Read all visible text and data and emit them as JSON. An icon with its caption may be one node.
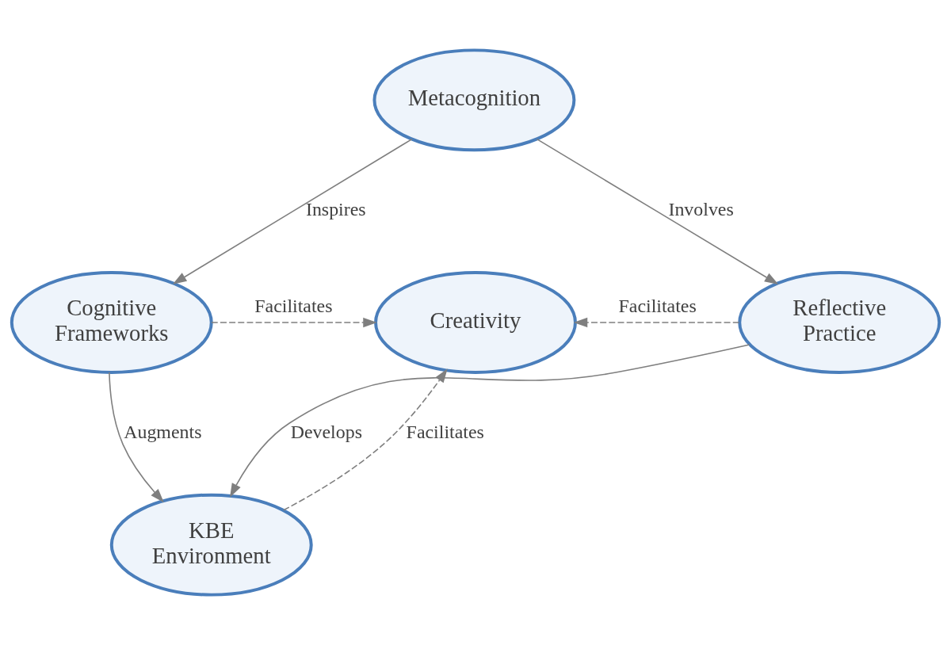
{
  "diagram": {
    "nodes": [
      {
        "text": [
          "Metacognition"
        ]
      },
      {
        "text": [
          "Cognitive Frameworks"
        ]
      },
      {
        "text": [
          "Creativity"
        ]
      },
      {
        "text": [
          "Reflective Practice"
        ]
      },
      {
        "text": [
          "KBE Environment"
        ]
      }
    ],
    "edges": [
      {
        "from": 0,
        "to": 1,
        "arrow": "to",
        "label": "Inspires"
      },
      {
        "from": 0,
        "to": 3,
        "arrow": "to",
        "label": "Involves"
      },
      {
        "from": 1,
        "to": 2,
        "arrow": "to",
        "label": "Facilitates",
        "style": "dashed"
      },
      {
        "from": 3,
        "to": 2,
        "arrow": "to",
        "label": "Facilitates",
        "style": "dashed"
      },
      {
        "from": 1,
        "to": 4,
        "arrow": "to",
        "label": "Augments"
      },
      {
        "from": 3,
        "to": 4,
        "arrow": "to",
        "label": "Develops"
      },
      {
        "from": 4,
        "to": 2,
        "arrow": "to",
        "label": "Facilitates",
        "style": "dashed"
      }
    ]
  }
}
